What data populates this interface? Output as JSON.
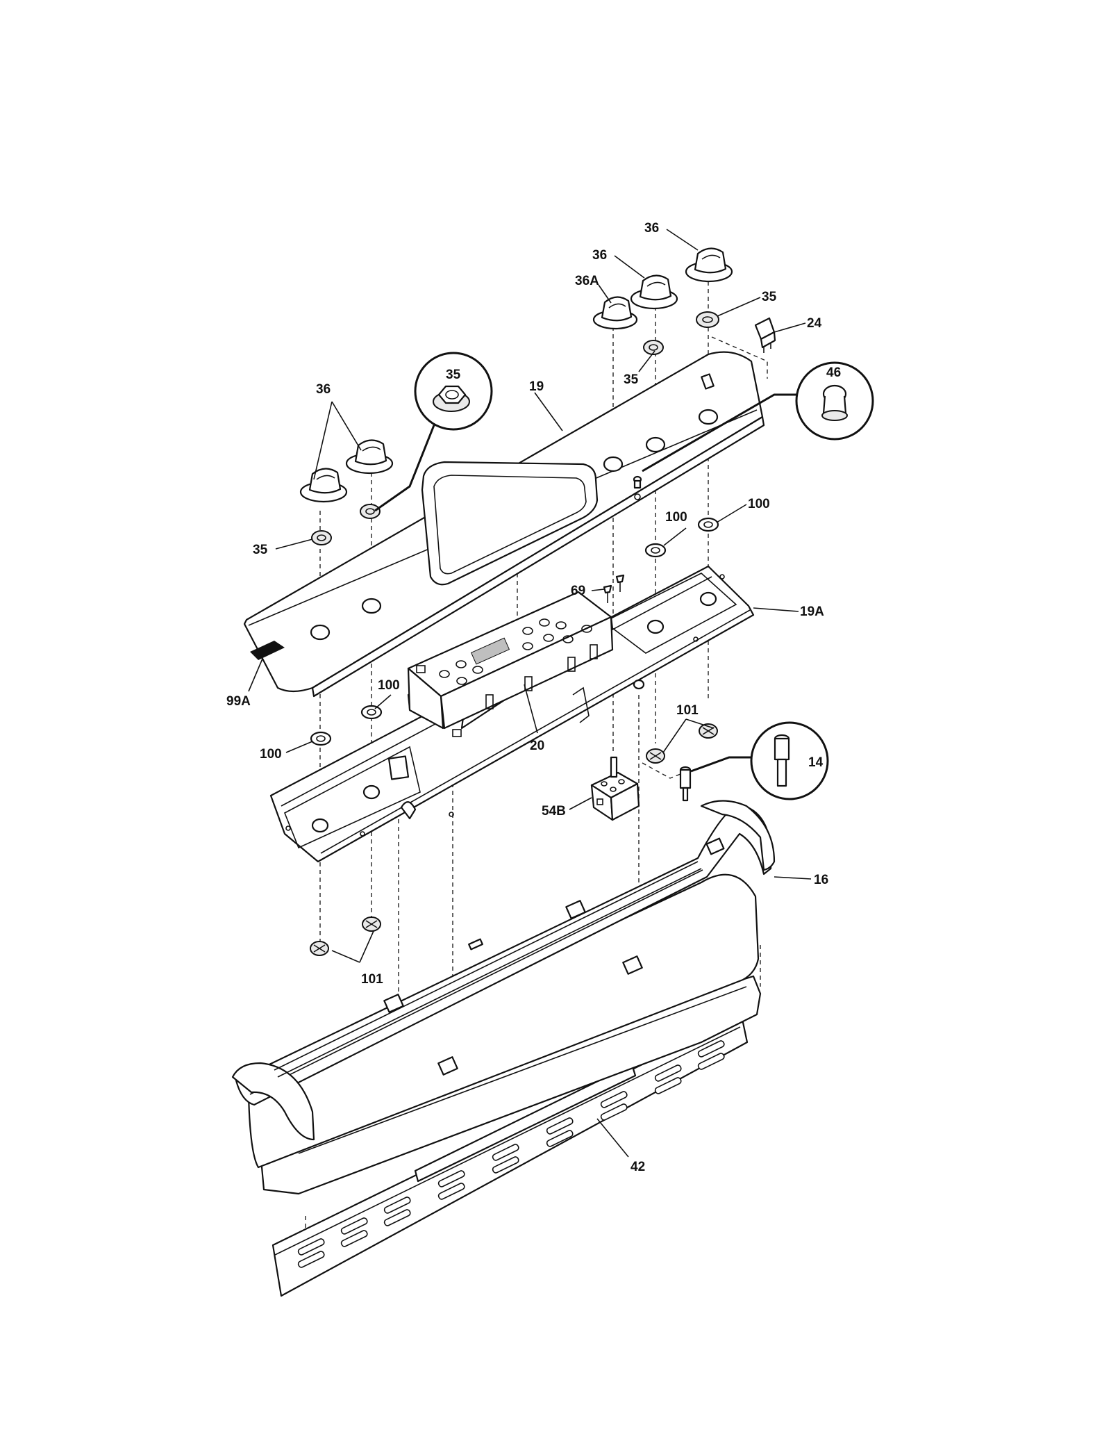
{
  "callouts": {
    "c1": "36",
    "c2": "36",
    "c3": "36A",
    "c4": "35",
    "c5": "24",
    "c6": "35",
    "c7": "35",
    "c8": "19",
    "c9": "36",
    "c10": "46",
    "c11": "100",
    "c12": "100",
    "c13": "35",
    "c14": "69",
    "c15": "19A",
    "c16": "99A",
    "c17": "100",
    "c18": "20",
    "c19": "101",
    "c20": "100",
    "c21": "14",
    "c22": "54B",
    "c23": "16",
    "c24": "101",
    "c25": "42"
  },
  "icons": [
    "knob-icon",
    "nut-icon",
    "switch-icon",
    "terminal-icon",
    "lamp-icon",
    "control-board-icon"
  ]
}
